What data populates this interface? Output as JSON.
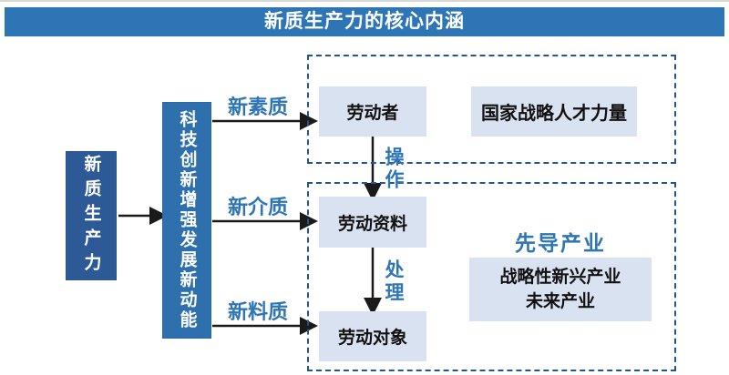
{
  "banner": {
    "title": "新质生产力的核心内涵"
  },
  "source_box": {
    "label": "新质生产力"
  },
  "driver_box": {
    "label": "科技创新增强发展新动能"
  },
  "branch_labels": {
    "top": "新素质",
    "middle": "新介质",
    "bottom": "新料质"
  },
  "flow_labels": {
    "operate": "操作",
    "process": "处理"
  },
  "headings": {
    "leading_industry": "先导产业"
  },
  "nodes": {
    "laborer": "劳动者",
    "talent": "国家战略人才力量",
    "labor_materials": "劳动资料",
    "labor_objects": "劳动对象",
    "industry_line1": "战略性新兴产业",
    "industry_line2": "未来产业"
  },
  "colors": {
    "banner_bg": "#2E75B6",
    "source_box_bg": "#2D5A97",
    "driver_box_bg": "#2E6FAD",
    "node_bg": "#D9E2F1",
    "dashed_border": "#24558C",
    "accent_text": "#2E75B6",
    "arrow": "#1A1A1A"
  }
}
